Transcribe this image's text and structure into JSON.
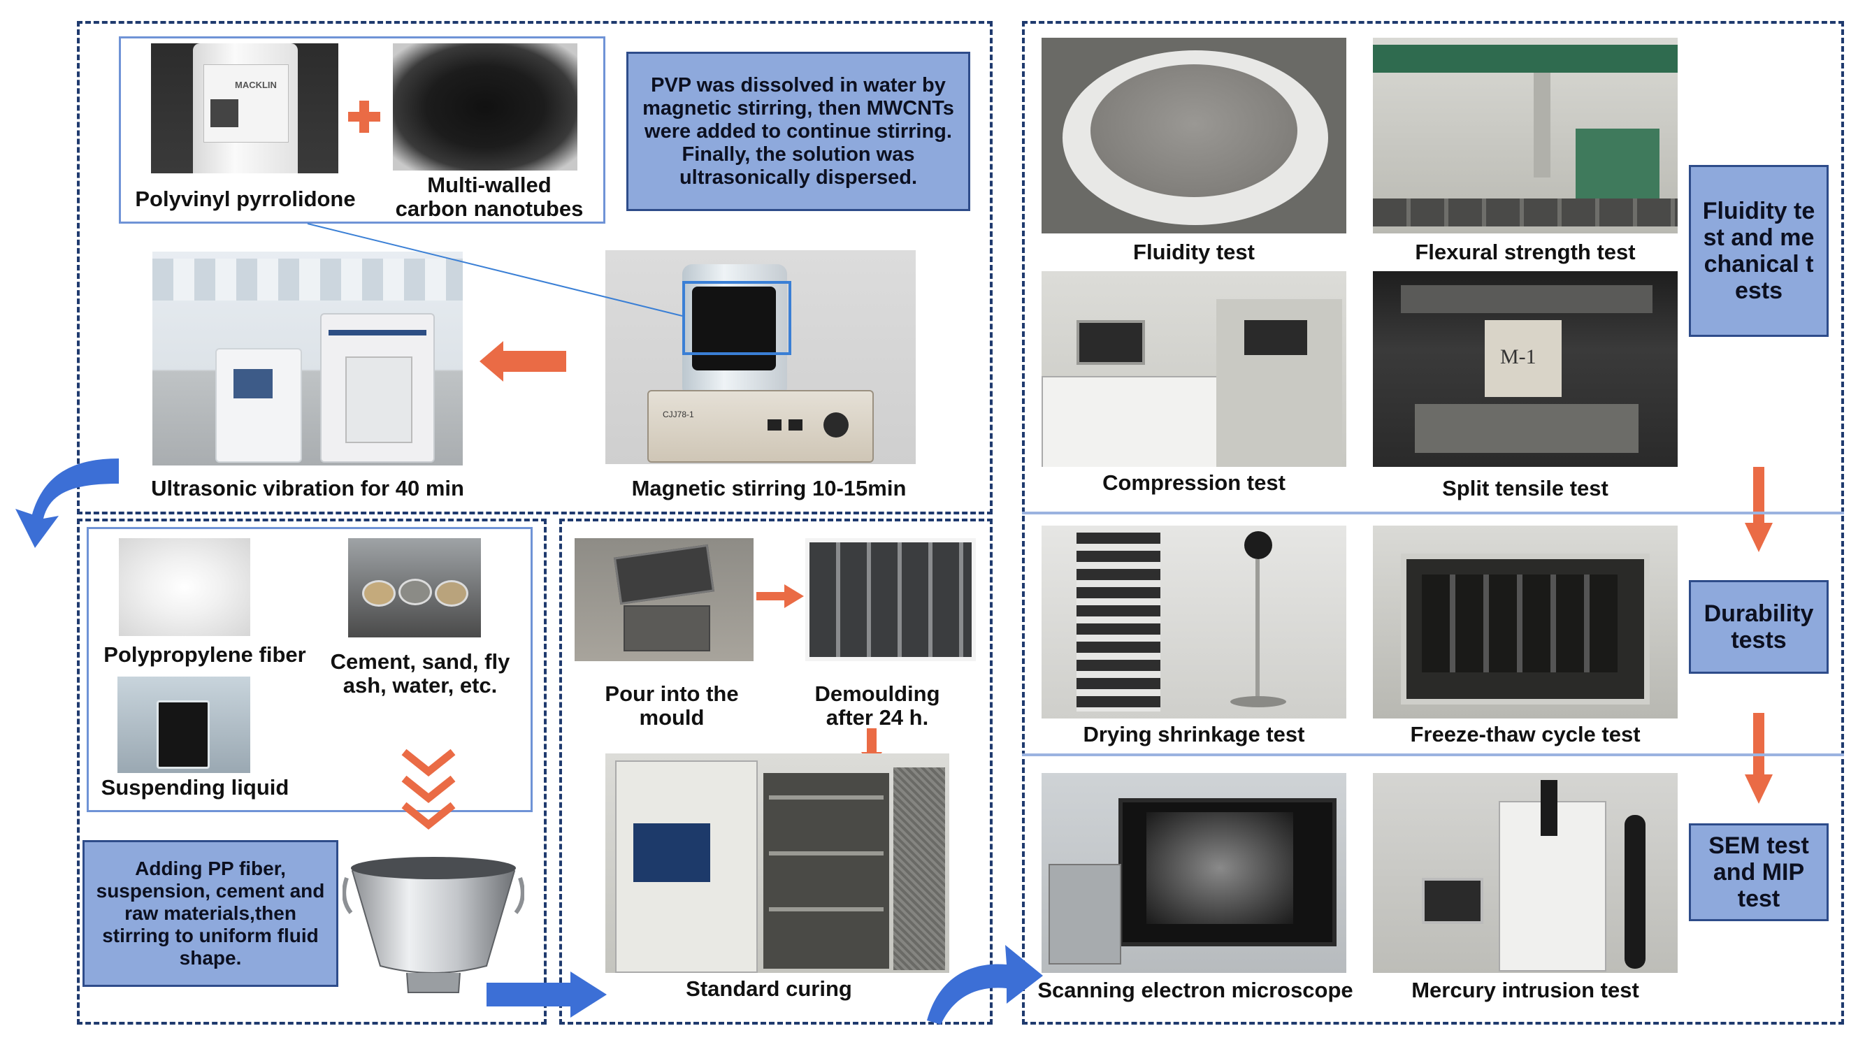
{
  "panel1": {
    "material_labels": {
      "pvp": "Polyvinyl pyrrolidone",
      "mwcnt": "Multi-walled carbon nanotubes"
    },
    "pvp_bottle_brand": "MACKLIN",
    "description": "PVP was dissolved in water by magnetic stirring, then MWCNTs were added to continue stirring. Finally, the solution was ultrasonically dispersed.",
    "captions": {
      "ultrasonic": "Ultrasonic vibration for 40 min",
      "magnetic": "Magnetic stirring 10-15min"
    },
    "stirrer_label": "CJJ78-1"
  },
  "panel2": {
    "labels": {
      "pp_fiber": "Polypropylene fiber",
      "cement": "Cement, sand, fly ash, water, etc.",
      "suspending": "Suspending liquid"
    },
    "description": "Adding PP fiber, suspension, cement and raw materials,then stirring to uniform fluid shape."
  },
  "panel3": {
    "captions": {
      "pour": "Pour into the mould",
      "demould": "Demoulding after 24 h.",
      "curing": "Standard curing"
    }
  },
  "panel4": {
    "captions": {
      "fluidity": "Fluidity test",
      "flexural": "Flexural strength test",
      "compression": "Compression test",
      "split": "Split tensile test",
      "drying": "Drying shrinkage test",
      "freeze": "Freeze-thaw cycle test",
      "sem": "Scanning electron microscope",
      "mip": "Mercury intrusion test"
    },
    "specimen_label": "M-1",
    "side_labels": {
      "mechanical": "Fluidity test and mechanical tests",
      "durability": "Durability tests",
      "sem_mip": "SEM test and MIP test"
    }
  },
  "colors": {
    "frame": "#1f3a6e",
    "arrow_orange": "#ea6b45",
    "arrow_blue": "#3c6fd6",
    "label_box": "#8ea9dc"
  }
}
